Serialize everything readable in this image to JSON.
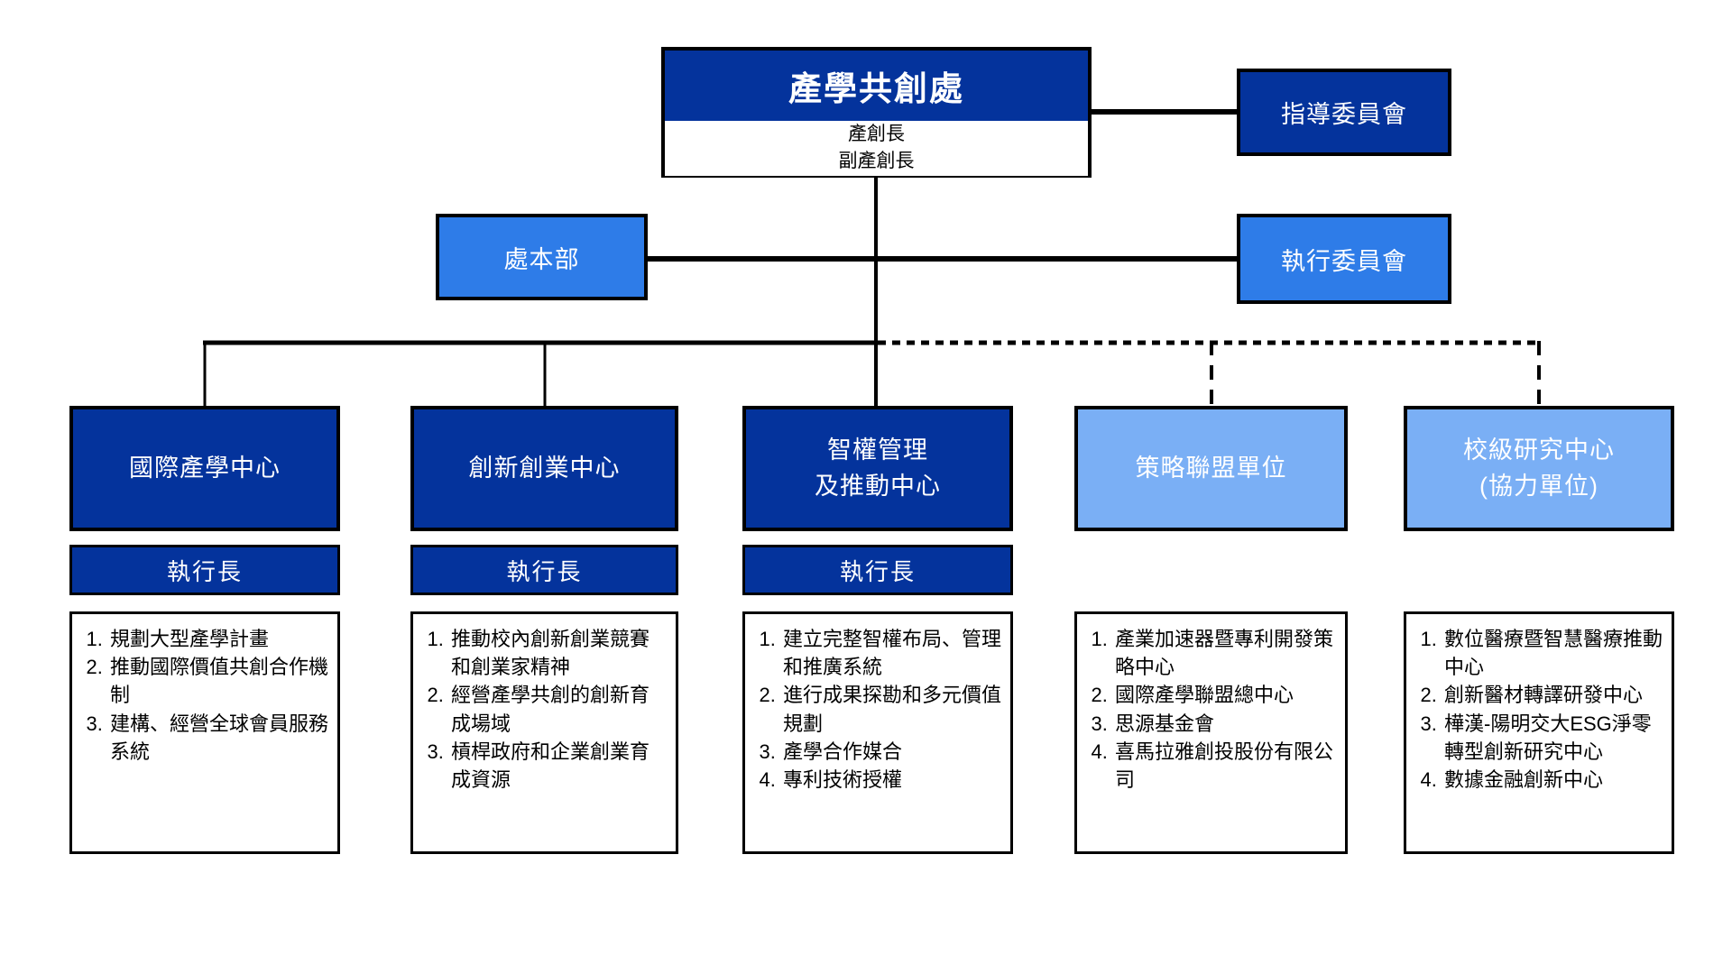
{
  "colors": {
    "dark_blue": "#04339c",
    "medium_blue": "#2e7ce8",
    "light_blue": "#7aaff5",
    "line_black": "#000000"
  },
  "root": {
    "title": "產學共創處",
    "officers": [
      "產創長",
      "副產創長"
    ]
  },
  "committees": {
    "steering": "指導委員會",
    "executive": "執行委員會"
  },
  "headquarters": {
    "label": "處本部"
  },
  "divisions": [
    {
      "title": "國際產學中心",
      "director": "執行長",
      "link_style": "solid",
      "duties": [
        "規劃大型產學計畫",
        "推動國際價值共創合作機制",
        "建構、經營全球會員服務系統"
      ]
    },
    {
      "title": "創新創業中心",
      "director": "執行長",
      "link_style": "solid",
      "duties": [
        "推動校內創新創業競賽和創業家精神",
        "經營產學共創的創新育成場域",
        "槓桿政府和企業創業育成資源"
      ]
    },
    {
      "title": "智權管理\n及推動中心",
      "director": "執行長",
      "link_style": "solid",
      "duties": [
        "建立完整智權布局、管理和推廣系統",
        "進行成果探勘和多元價值規劃",
        "產學合作媒合",
        "專利技術授權"
      ]
    },
    {
      "title": "策略聯盟單位",
      "director": null,
      "link_style": "dashed",
      "duties": [
        "產業加速器暨專利開發策略中心",
        "國際產學聯盟總中心",
        "思源基金會",
        "喜馬拉雅創投股份有限公司"
      ]
    },
    {
      "title": "校級研究中心\n(協力單位)",
      "director": null,
      "link_style": "dashed",
      "duties": [
        "數位醫療暨智慧醫療推動中心",
        "創新醫材轉譯研發中心",
        "樺漢-陽明交大ESG淨零轉型創新研究中心",
        "數據金融創新中心"
      ]
    }
  ]
}
